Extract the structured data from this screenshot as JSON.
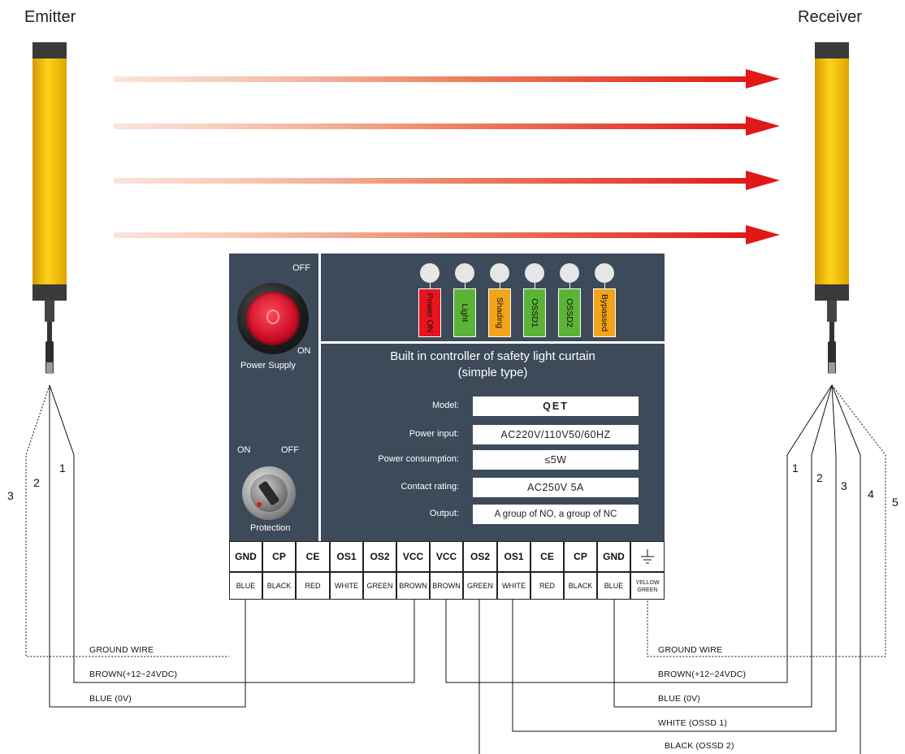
{
  "header": {
    "emitter": "Emitter",
    "receiver": "Receiver"
  },
  "panel": {
    "switch": {
      "off": "OFF",
      "on": "ON",
      "label": "Power Supply"
    },
    "key": {
      "on": "ON",
      "off": "OFF",
      "label": "Protection"
    },
    "indicators": [
      {
        "label": "Power ON",
        "color": "#e8141e"
      },
      {
        "label": "Light",
        "color": "#5bb337"
      },
      {
        "label": "Shading",
        "color": "#f2a518"
      },
      {
        "label": "OSSD1",
        "color": "#5bb337"
      },
      {
        "label": "OSSD2",
        "color": "#5bb337"
      },
      {
        "label": "Bypassed",
        "color": "#f2a518"
      }
    ],
    "title_line1": "Built in controller of safety light curtain",
    "title_line2": "(simple type)",
    "specs": [
      {
        "label": "Model:",
        "value": "QET"
      },
      {
        "label": "Power input:",
        "value": "AC220V/110V50/60HZ"
      },
      {
        "label": "Power consumption:",
        "value": "≤5W"
      },
      {
        "label": "Contact rating:",
        "value": "AC250V 5A"
      },
      {
        "label": "Output:",
        "value": "A group of NO, a group of NC"
      }
    ]
  },
  "terminals": {
    "headers": [
      "GND",
      "CP",
      "CE",
      "OS1",
      "OS2",
      "VCC",
      "VCC",
      "OS2",
      "OS1",
      "CE",
      "CP",
      "GND",
      ""
    ],
    "colors": [
      "BLUE",
      "BLACK",
      "RED",
      "WHITE",
      "GREEN",
      "BROWN",
      "BROWN",
      "GREEN",
      "WHITE",
      "RED",
      "BLACK",
      "BLUE",
      "YELLOW GREEN"
    ],
    "ground_symbol": "ground-icon"
  },
  "wires": {
    "left": {
      "ground": "GROUND WIRE",
      "brown": "BROWN(+12~24VDC)",
      "blue": "BLUE (0V)"
    },
    "right": {
      "ground": "GROUND WIRE",
      "brown": "BROWN(+12~24VDC)",
      "blue": "BLUE (0V)",
      "white": "WHITE (OSSD 1)",
      "black": "BLACK (OSSD 2)"
    },
    "left_numbers": [
      "3",
      "2",
      "1"
    ],
    "right_numbers": [
      "1",
      "2",
      "3",
      "4",
      "5"
    ]
  },
  "style": {
    "panel_bg": "#3d4a5a",
    "curtain_yellow": "#f5b800",
    "beam_red": "#e8141e"
  }
}
